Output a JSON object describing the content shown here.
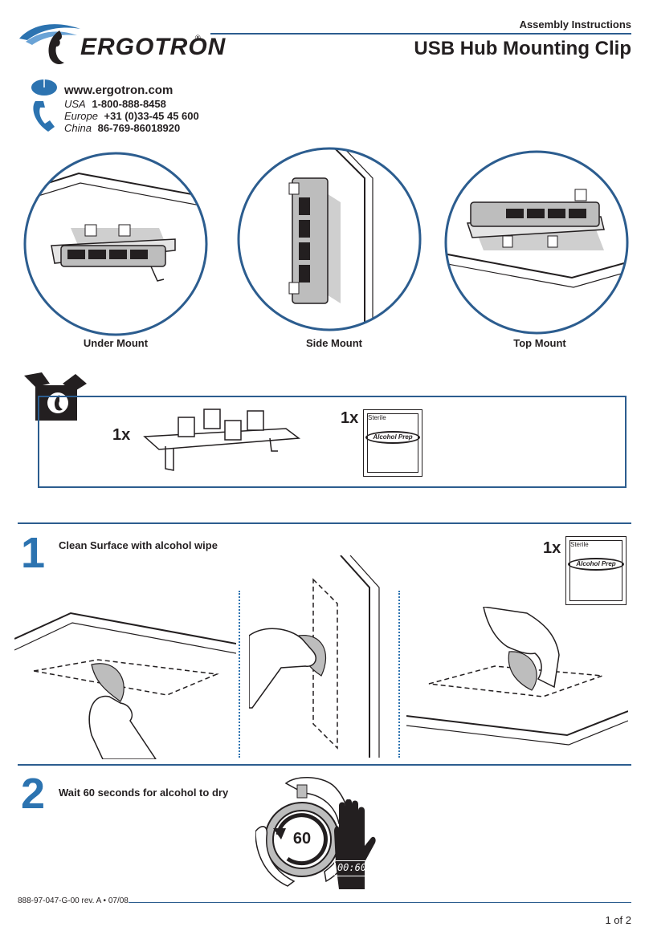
{
  "header": {
    "brand": "ERGOTRON",
    "registered": "®",
    "doc_type": "Assembly Instructions",
    "title": "USB Hub Mounting Clip"
  },
  "contact": {
    "website": "www.ergotron.com",
    "usa_label": "USA",
    "usa_phone": "1-800-888-8458",
    "europe_label": "Europe",
    "europe_phone": "+31 (0)33-45 45 600",
    "china_label": "China",
    "china_phone": "86-769-86018920"
  },
  "mounts": [
    {
      "label": "Under Mount"
    },
    {
      "label": "Side Mount"
    },
    {
      "label": "Top Mount"
    }
  ],
  "contents": {
    "clip_qty": "1x",
    "wipe_qty": "1x",
    "wipe_sterile": "Sterile",
    "wipe_label": "Alcohol Prep"
  },
  "steps": [
    {
      "number": "1",
      "text": "Clean Surface with alcohol wipe",
      "qty": "1x",
      "wipe_sterile": "Sterile",
      "wipe_label": "Alcohol Prep"
    },
    {
      "number": "2",
      "text": "Wait 60 seconds for alcohol to dry",
      "timer_value": "60",
      "display_value": "00:60"
    }
  ],
  "footer": {
    "code": "888-97-047-G-00 rev. A • 07/08",
    "page": "1 of 2"
  },
  "colors": {
    "accent": "#2c5d8f",
    "step_number": "#2c73b0"
  }
}
